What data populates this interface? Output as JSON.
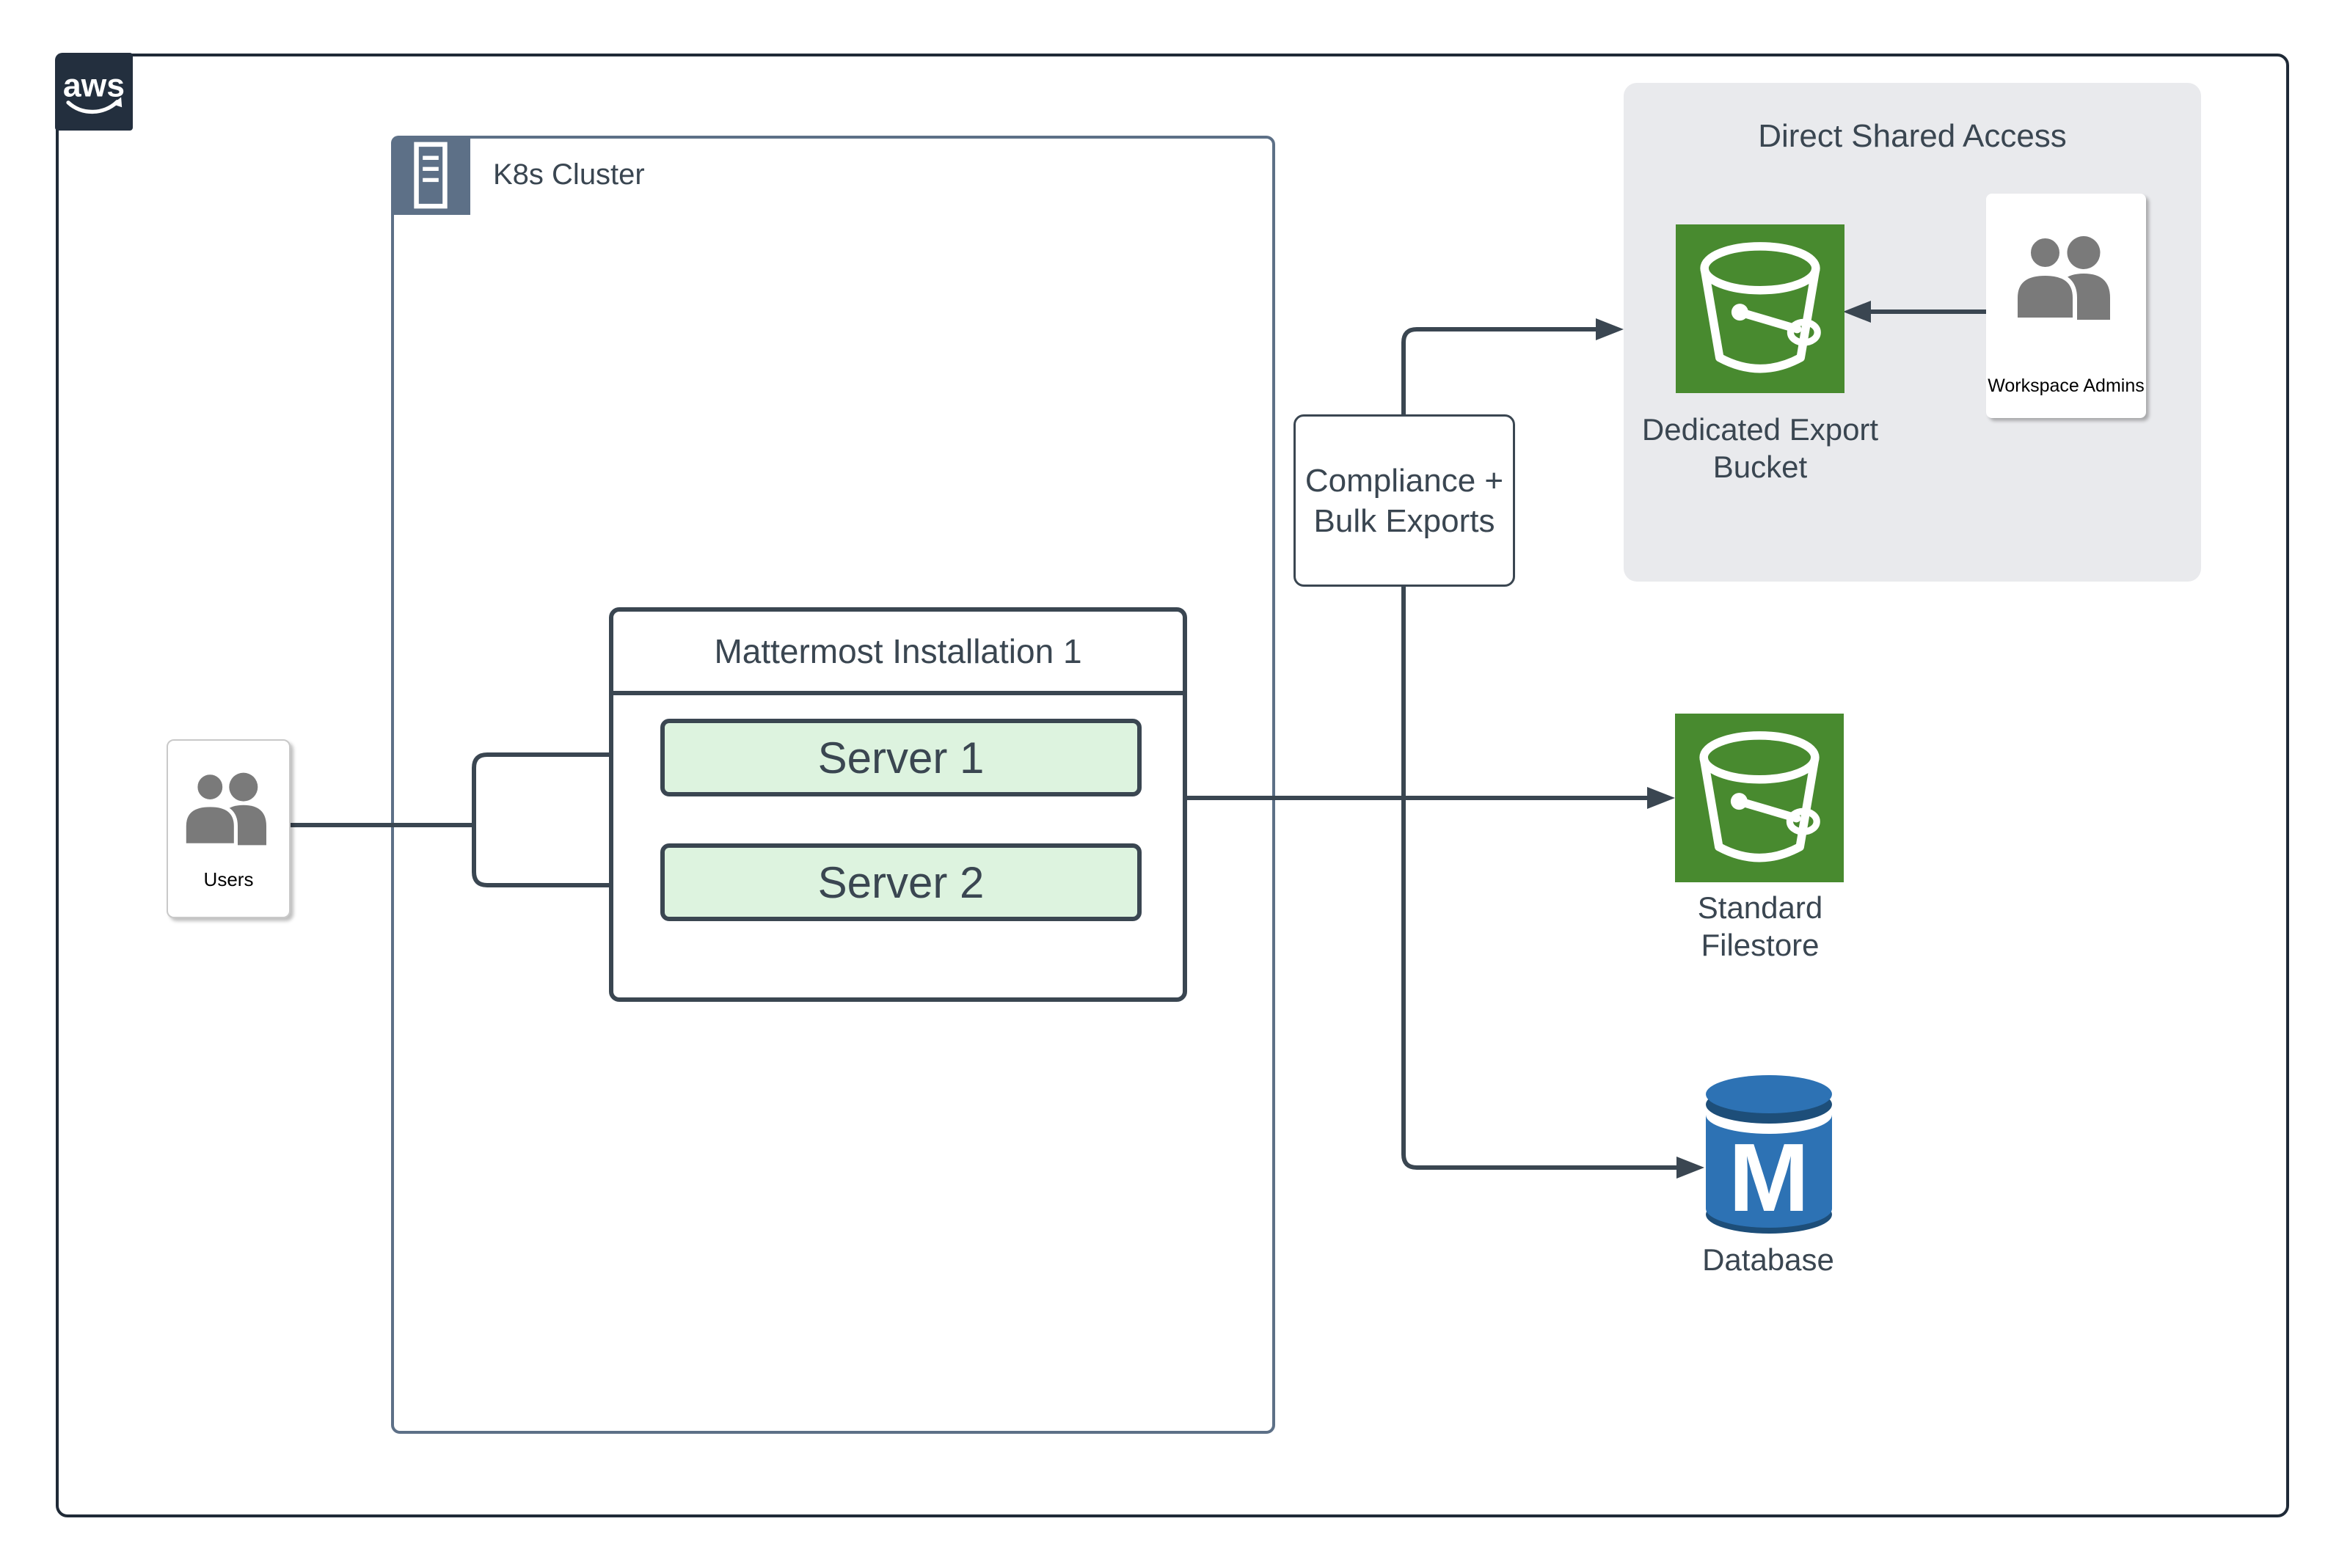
{
  "aws_badge": {
    "label": "aws"
  },
  "k8s_cluster": {
    "label": "K8s Cluster"
  },
  "users": {
    "label": "Users"
  },
  "mattermost": {
    "title": "Mattermost Installation 1",
    "server1": "Server 1",
    "server2": "Server 2"
  },
  "compliance": {
    "line1": "Compliance +",
    "line2": "Bulk Exports"
  },
  "direct_shared_access": {
    "title": "Direct Shared Access",
    "dedicated_bucket": {
      "line1": "Dedicated Export",
      "line2": "Bucket"
    },
    "workspace_admins": {
      "label": "Workspace Admins"
    }
  },
  "standard_filestore": {
    "line1": "Standard",
    "line2": "Filestore"
  },
  "database": {
    "label": "Database",
    "letter": "M"
  },
  "colors": {
    "frame": "#1F2A37",
    "k8s_border": "#5D7087",
    "wire": "#3A4651",
    "server_fill": "#DDF3DF",
    "panel_bg": "#E9EAED",
    "bucket_green": "#488A2F",
    "db_blue": "#2D72B4",
    "db_navy": "#1D4E79",
    "people_gray": "#7A7A7A",
    "aws_navy": "#232F3E"
  }
}
